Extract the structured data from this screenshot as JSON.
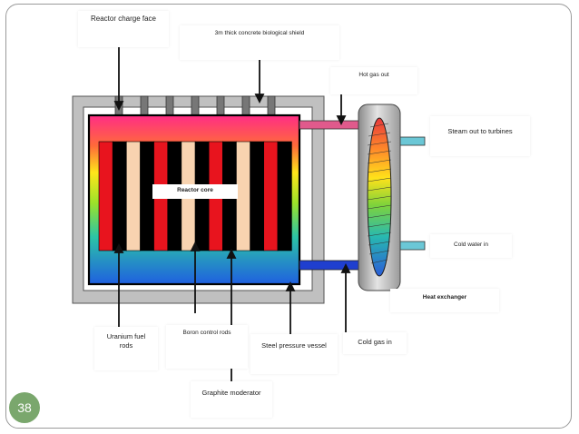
{
  "labels": {
    "reactor_charge_face": "Reactor charge face",
    "concrete_shield": "3m thick concrete biological shield",
    "hot_gas_out": "Hot gas out",
    "steam_out": "Steam out to turbines",
    "reactor_core": "Reactor core",
    "cold_water_in": "Cold water in",
    "heat_exchanger": "Heat exchanger",
    "uranium_fuel_rods": "Uranium fuel rods",
    "boron_control_rods": "Boron control rods",
    "steel_pressure_vessel": "Steel pressure vessel",
    "cold_gas_in": "Cold gas in",
    "graphite_moderator": "Graphite moderator"
  },
  "page_number": "38",
  "colors": {
    "frame": "#9a9a9a",
    "shield": "#c0c0c0",
    "vessel_border": "#000000",
    "fuel_rod": "#e8141e",
    "control_rod": "#f8d3b0",
    "graphite": "#000000",
    "hot_pipe": "#e05a8c",
    "cold_pipe": "#1f3fcf",
    "water_pipe": "#6bc7d6",
    "page_badge": "#7aa76d"
  },
  "rods": [
    "fuel",
    "graphite",
    "control",
    "graphite",
    "fuel",
    "graphite",
    "control",
    "graphite",
    "fuel",
    "graphite",
    "control",
    "graphite",
    "fuel",
    "graphite"
  ]
}
